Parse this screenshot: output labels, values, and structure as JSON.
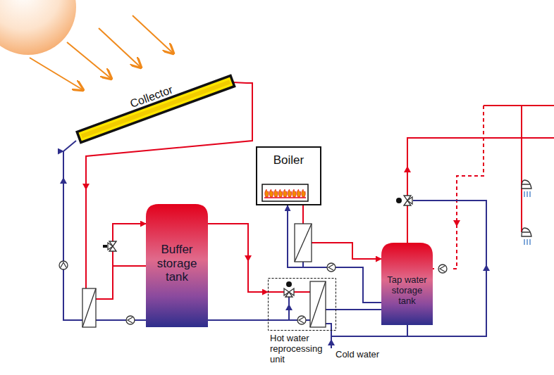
{
  "diagram": {
    "nodes": [
      {
        "text": [
          "Collector"
        ]
      },
      {
        "text": [
          "Boiler"
        ]
      },
      {
        "text": [
          "Buffer storage tank"
        ]
      },
      {
        "text": [
          "Hot water reprocessing unit"
        ]
      },
      {
        "text": [
          "Tap water storage tank"
        ]
      }
    ],
    "edges": [
      {
        "from": 0,
        "to": 2,
        "arrow": "to"
      },
      {
        "from": 2,
        "to": 0,
        "arrow": "to"
      },
      {
        "from": 2,
        "to": 3,
        "arrow": "to"
      },
      {
        "from": 1,
        "to": 4,
        "arrow": "to"
      },
      {
        "from": 4,
        "to": 1,
        "arrow": "to"
      },
      {
        "from": 3,
        "to": 4,
        "arrow": "none"
      }
    ],
    "labels": [
      "Cold water"
    ]
  }
}
